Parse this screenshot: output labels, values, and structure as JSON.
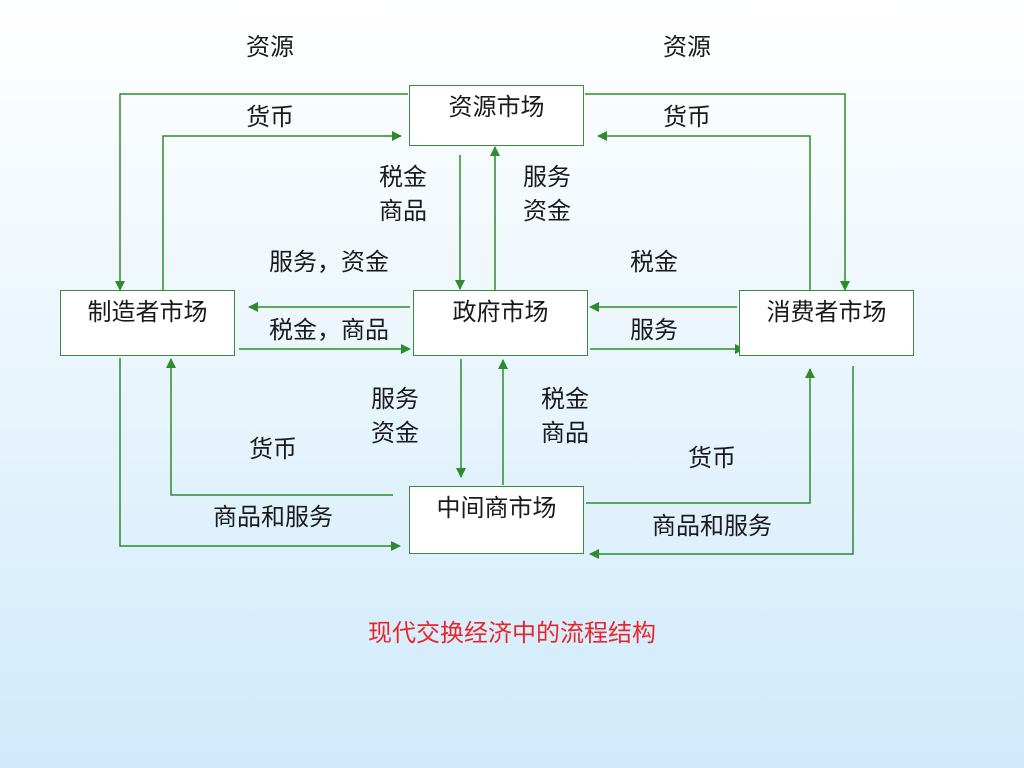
{
  "nodes": {
    "resource_market": "资源市场",
    "government_market": "政府市场",
    "manufacturer_market": "制造者市场",
    "consumer_market": "消费者市场",
    "intermediary_market": "中间商市场"
  },
  "labels": {
    "resource_left": "资源",
    "resource_right": "资源",
    "currency_top_left": "货币",
    "currency_top_right": "货币",
    "tax_goods_gov_to_res_1": "税金",
    "tax_goods_gov_to_res_2": "商品",
    "service_funds_res_to_gov_1": "服务",
    "service_funds_res_to_gov_2": "资金",
    "service_funds_left": "服务，资金",
    "tax_goods_left": "税金，商品",
    "tax_right": "税金",
    "service_right": "服务",
    "service_funds_gov_to_mid_1": "服务",
    "service_funds_gov_to_mid_2": "资金",
    "tax_goods_mid_to_gov_1": "税金",
    "tax_goods_mid_to_gov_2": "商品",
    "currency_bottom_left": "货币",
    "currency_bottom_right": "货币",
    "goods_services_left": "商品和服务",
    "goods_services_right": "商品和服务"
  },
  "caption": {
    "text": "现代交换经济中的流程结构",
    "color": "#e8262a"
  },
  "colors": {
    "arrow": "#2e8b2e",
    "box_border": "#3c8a3c"
  }
}
